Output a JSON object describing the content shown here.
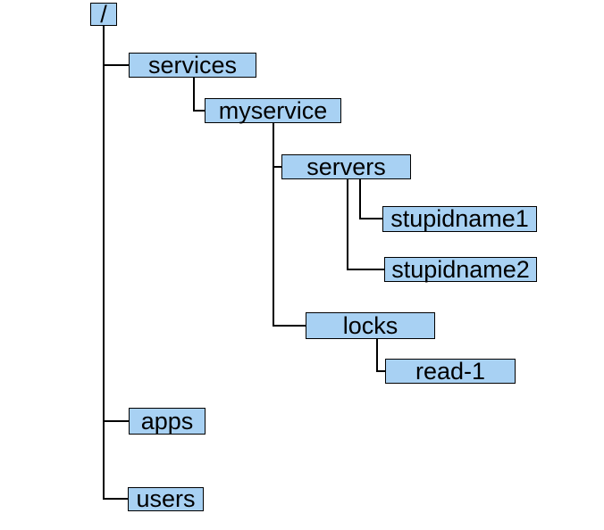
{
  "diagram": {
    "type": "tree",
    "description": "Hierarchical znode/path tree with rectangular nodes connected by elbow lines",
    "colors": {
      "node_fill": "#a8d1f3",
      "node_border": "#000000",
      "connector": "#000000",
      "text": "#000000",
      "background": "#ffffff"
    },
    "nodes": {
      "root": {
        "label": "/",
        "children": [
          "services",
          "apps",
          "users"
        ]
      },
      "services": {
        "label": "services",
        "children": [
          "myservice"
        ]
      },
      "myservice": {
        "label": "myservice",
        "children": [
          "servers",
          "locks"
        ]
      },
      "servers": {
        "label": "servers",
        "children": [
          "stupidname1",
          "stupidname2"
        ]
      },
      "stupidname1": {
        "label": "stupidname1",
        "children": []
      },
      "stupidname2": {
        "label": "stupidname2",
        "children": []
      },
      "locks": {
        "label": "locks",
        "children": [
          "read1"
        ]
      },
      "read1": {
        "label": "read-1",
        "children": []
      },
      "apps": {
        "label": "apps",
        "children": []
      },
      "users": {
        "label": "users",
        "children": []
      }
    }
  }
}
